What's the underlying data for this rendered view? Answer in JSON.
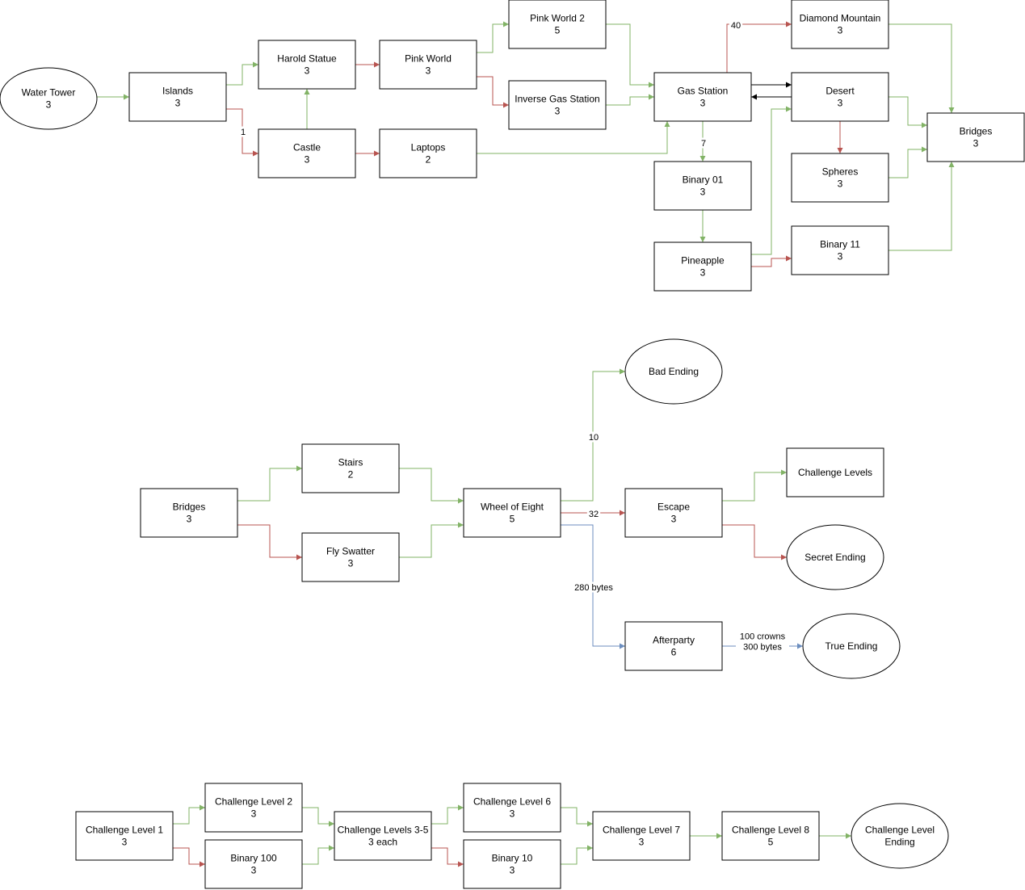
{
  "colors": {
    "green": "#82b366",
    "red": "#b85450",
    "black": "#000000",
    "blue": "#6c8ebf"
  },
  "nodes": {
    "water_tower": [
      "Water Tower",
      "3"
    ],
    "islands": [
      "Islands",
      "3"
    ],
    "harold_statue": [
      "Harold Statue",
      "3"
    ],
    "castle": [
      "Castle",
      "3"
    ],
    "pink_world": [
      "Pink World",
      "3"
    ],
    "laptops": [
      "Laptops",
      "2"
    ],
    "pink_world_2": [
      "Pink World 2",
      "5"
    ],
    "inverse_gas_station": [
      "Inverse Gas Station",
      "3"
    ],
    "gas_station": [
      "Gas Station",
      "3"
    ],
    "binary_01": [
      "Binary 01",
      "3"
    ],
    "pineapple": [
      "Pineapple",
      "3"
    ],
    "diamond_mountain": [
      "Diamond Mountain",
      "3"
    ],
    "desert": [
      "Desert",
      "3"
    ],
    "spheres": [
      "Spheres",
      "3"
    ],
    "binary_11": [
      "Binary 11",
      "3"
    ],
    "bridges_top": [
      "Bridges",
      "3"
    ],
    "bridges": [
      "Bridges",
      "3"
    ],
    "stairs": [
      "Stairs",
      "2"
    ],
    "fly_swatter": [
      "Fly Swatter",
      "3"
    ],
    "wheel_of_eight": [
      "Wheel of Eight",
      "5"
    ],
    "bad_ending": [
      "Bad Ending"
    ],
    "escape": [
      "Escape",
      "3"
    ],
    "challenge_levels": [
      "Challenge Levels"
    ],
    "secret_ending": [
      "Secret Ending"
    ],
    "afterparty": [
      "Afterparty",
      "6"
    ],
    "true_ending": [
      "True Ending"
    ],
    "challenge_level_1": [
      "Challenge Level 1",
      "3"
    ],
    "challenge_level_2": [
      "Challenge Level 2",
      "3"
    ],
    "binary_100": [
      "Binary 100",
      "3"
    ],
    "challenge_levels_3_5": [
      "Challenge Levels 3-5",
      "3 each"
    ],
    "challenge_level_6": [
      "Challenge Level 6",
      "3"
    ],
    "binary_10": [
      "Binary 10",
      "3"
    ],
    "challenge_level_7": [
      "Challenge Level 7",
      "3"
    ],
    "challenge_level_8": [
      "Challenge Level 8",
      "5"
    ],
    "challenge_level_ending": [
      "Challenge Level",
      "Ending"
    ]
  },
  "edge_labels": {
    "islands_castle": "1",
    "gas_diamond": "40",
    "gas_binary01": "7",
    "wheel_bad": "10",
    "wheel_escape": "32",
    "wheel_afterparty": "280 bytes",
    "afterparty_true": [
      "100 crowns",
      "300 bytes"
    ]
  },
  "edges": [
    {
      "from": "water_tower",
      "to": "islands",
      "color": "green"
    },
    {
      "from": "islands",
      "to": "harold_statue",
      "color": "green"
    },
    {
      "from": "islands",
      "to": "castle",
      "color": "red",
      "label": "islands_castle"
    },
    {
      "from": "castle",
      "to": "harold_statue",
      "color": "green"
    },
    {
      "from": "castle",
      "to": "laptops",
      "color": "red"
    },
    {
      "from": "harold_statue",
      "to": "pink_world",
      "color": "red"
    },
    {
      "from": "pink_world",
      "to": "pink_world_2",
      "color": "green"
    },
    {
      "from": "pink_world",
      "to": "inverse_gas_station",
      "color": "red"
    },
    {
      "from": "pink_world_2",
      "to": "gas_station",
      "color": "green"
    },
    {
      "from": "inverse_gas_station",
      "to": "gas_station",
      "color": "green"
    },
    {
      "from": "laptops",
      "to": "gas_station",
      "color": "green"
    },
    {
      "from": "gas_station",
      "to": "diamond_mountain",
      "color": "red",
      "label": "gas_diamond"
    },
    {
      "from": "gas_station",
      "to": "desert",
      "color": "black"
    },
    {
      "from": "desert",
      "to": "gas_station",
      "color": "black"
    },
    {
      "from": "gas_station",
      "to": "binary_01",
      "color": "green",
      "label": "gas_binary01"
    },
    {
      "from": "binary_01",
      "to": "pineapple",
      "color": "green"
    },
    {
      "from": "pineapple",
      "to": "desert",
      "color": "green"
    },
    {
      "from": "pineapple",
      "to": "binary_11",
      "color": "red"
    },
    {
      "from": "desert",
      "to": "spheres",
      "color": "red"
    },
    {
      "from": "diamond_mountain",
      "to": "bridges_top",
      "color": "green"
    },
    {
      "from": "desert",
      "to": "bridges_top",
      "color": "green"
    },
    {
      "from": "spheres",
      "to": "bridges_top",
      "color": "green"
    },
    {
      "from": "binary_11",
      "to": "bridges_top",
      "color": "green"
    },
    {
      "from": "bridges",
      "to": "stairs",
      "color": "green"
    },
    {
      "from": "bridges",
      "to": "fly_swatter",
      "color": "red"
    },
    {
      "from": "stairs",
      "to": "wheel_of_eight",
      "color": "green"
    },
    {
      "from": "fly_swatter",
      "to": "wheel_of_eight",
      "color": "green"
    },
    {
      "from": "wheel_of_eight",
      "to": "bad_ending",
      "color": "green",
      "label": "wheel_bad"
    },
    {
      "from": "wheel_of_eight",
      "to": "escape",
      "color": "red",
      "label": "wheel_escape"
    },
    {
      "from": "wheel_of_eight",
      "to": "afterparty",
      "color": "blue",
      "label": "wheel_afterparty"
    },
    {
      "from": "escape",
      "to": "challenge_levels",
      "color": "green"
    },
    {
      "from": "escape",
      "to": "secret_ending",
      "color": "red"
    },
    {
      "from": "afterparty",
      "to": "true_ending",
      "color": "blue",
      "label": "afterparty_true"
    },
    {
      "from": "challenge_level_1",
      "to": "challenge_level_2",
      "color": "green"
    },
    {
      "from": "challenge_level_1",
      "to": "binary_100",
      "color": "red"
    },
    {
      "from": "challenge_level_2",
      "to": "challenge_levels_3_5",
      "color": "green"
    },
    {
      "from": "binary_100",
      "to": "challenge_levels_3_5",
      "color": "green"
    },
    {
      "from": "challenge_levels_3_5",
      "to": "challenge_level_6",
      "color": "green"
    },
    {
      "from": "challenge_levels_3_5",
      "to": "binary_10",
      "color": "red"
    },
    {
      "from": "challenge_level_6",
      "to": "challenge_level_7",
      "color": "green"
    },
    {
      "from": "binary_10",
      "to": "challenge_level_7",
      "color": "green"
    },
    {
      "from": "challenge_level_7",
      "to": "challenge_level_8",
      "color": "green"
    },
    {
      "from": "challenge_level_8",
      "to": "challenge_level_ending",
      "color": "green"
    }
  ]
}
